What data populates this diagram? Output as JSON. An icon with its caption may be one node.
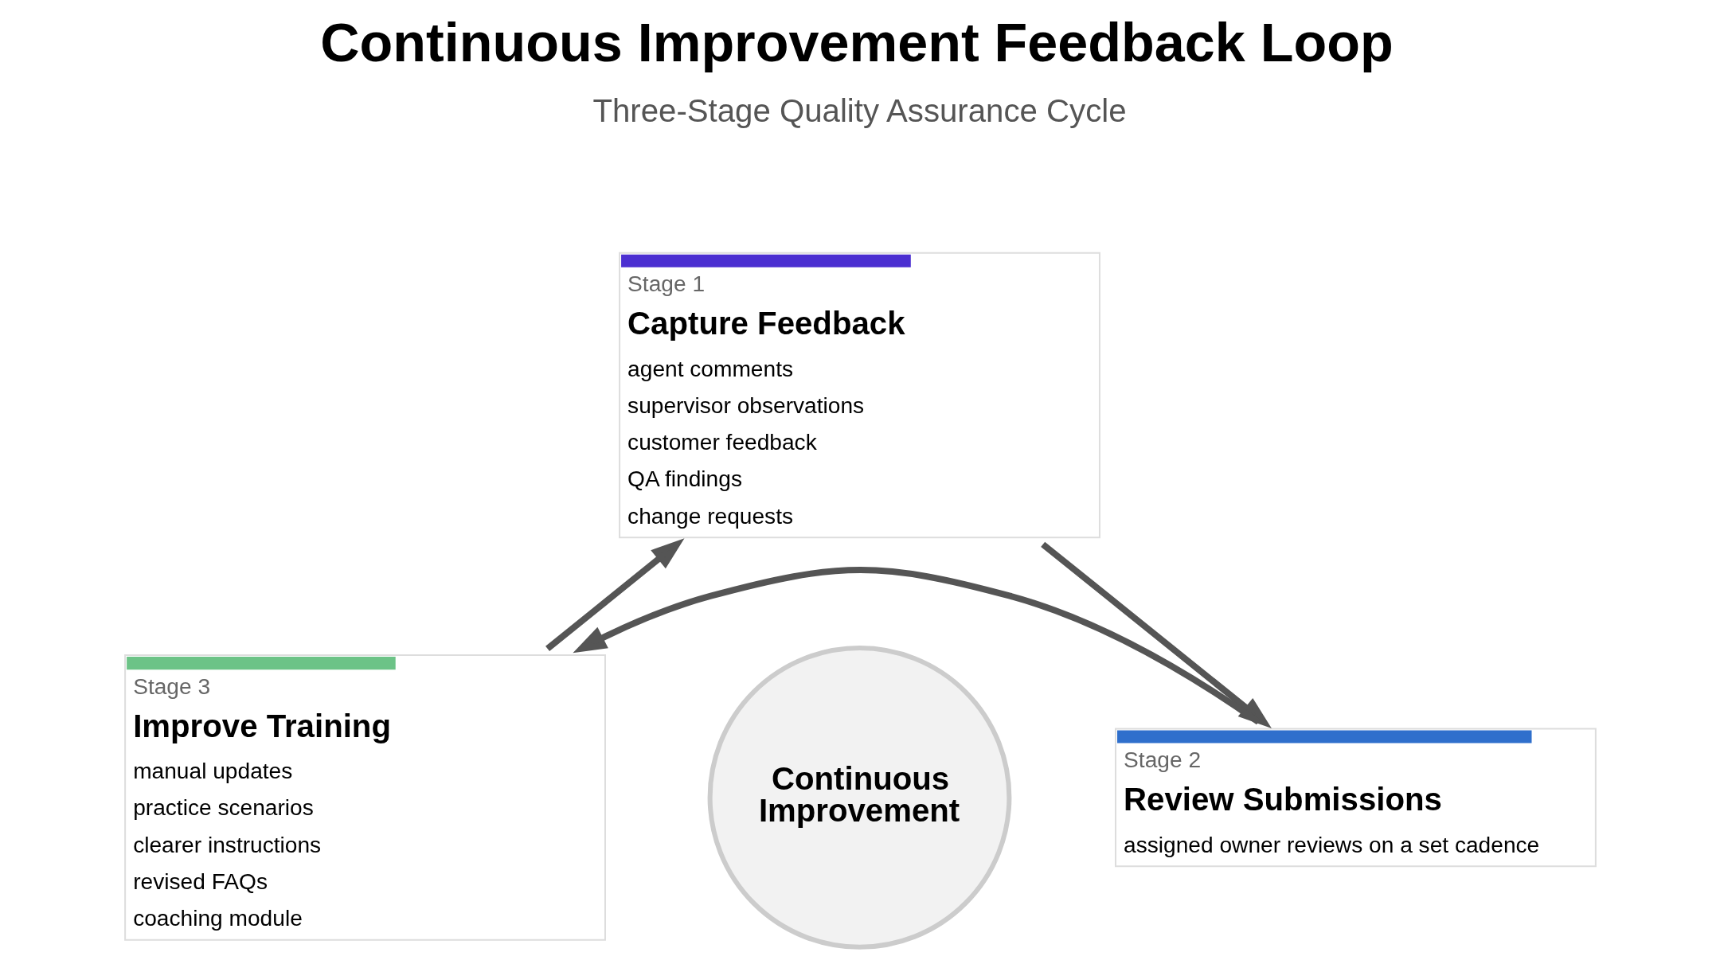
{
  "diagram": {
    "title": "Continuous Improvement Feedback Loop",
    "nodes": [
      {
        "text": [
          "Stage 1",
          "Capture Feedback",
          "agent comments",
          "supervisor observations",
          "customer feedback",
          "QA findings",
          "change requests"
        ]
      },
      {
        "text": [
          "Stage 3",
          "Improve Training",
          "manual updates",
          "practice scenarios",
          "clearer instructions",
          "revised FAQs",
          "coaching module"
        ]
      },
      {
        "text": [
          "Continuous Improvement"
        ]
      },
      {
        "text": [
          "Stage 2",
          "Review Submissions",
          "assigned owner reviews on a set cadence"
        ]
      }
    ],
    "edges": [
      {
        "from": 0,
        "to": 3,
        "arrow": "to"
      },
      {
        "from": 3,
        "to": 1,
        "arrow": "to"
      },
      {
        "from": 1,
        "to": 0,
        "arrow": "to"
      }
    ],
    "labels": [
      "Three-Stage Quality Assurance Cycle"
    ]
  }
}
